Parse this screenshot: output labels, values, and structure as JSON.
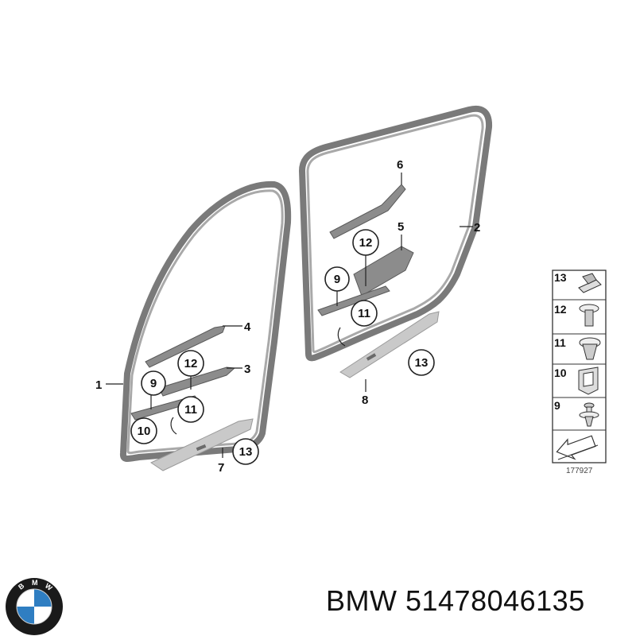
{
  "callouts": {
    "c1": "1",
    "c2": "2",
    "c3": "3",
    "c4": "4",
    "c5": "5",
    "c6": "6",
    "c7": "7",
    "c8": "8",
    "l9": "9",
    "l10": "10",
    "l11": "11",
    "l12": "12",
    "l13": "13",
    "r9": "9",
    "r11": "11",
    "r12": "12",
    "r13": "13"
  },
  "legend": {
    "items": [
      {
        "num": "13",
        "icon": "rectangular-clip-icon"
      },
      {
        "num": "12",
        "icon": "screw-rivet-icon"
      },
      {
        "num": "11",
        "icon": "expanding-rivet-icon"
      },
      {
        "num": "10",
        "icon": "spring-clip-icon"
      },
      {
        "num": "9",
        "icon": "push-pin-icon"
      }
    ],
    "arrow_icon": "direction-arrow-icon",
    "ref_number": "177927"
  },
  "footer": {
    "logo_letters": "BMW",
    "brand_text": "BMW 51478046135"
  },
  "colors": {
    "seal": "#7a7a7a",
    "logo_blue": "#2f7ec2",
    "logo_ring": "#1a1a1a"
  }
}
